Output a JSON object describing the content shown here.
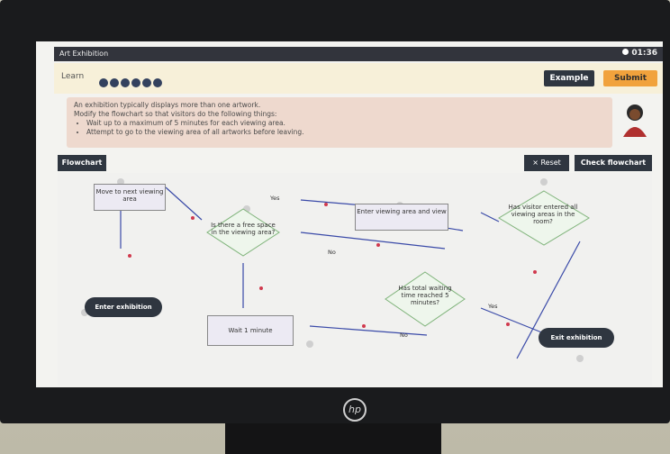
{
  "topbar": {
    "title": "Art Exhibition",
    "timer": "01:36"
  },
  "learn": {
    "label": "Learn",
    "example_label": "Example",
    "submit_label": "Submit"
  },
  "instructions": {
    "intro": "An exhibition typically displays more than one artwork.",
    "task": "Modify the flowchart so that visitors do the following things:",
    "bullets": [
      "Wait up to a maximum of 5 minutes for each viewing area.",
      "Attempt to go to the viewing area of all artworks before leaving."
    ]
  },
  "flowchart": {
    "title": "Flowchart",
    "reset_label": "× Reset",
    "check_label": "Check flowchart",
    "nodes": {
      "move_next": "Move to next viewing area",
      "free_space": "Is there a free space in the viewing area?",
      "enter_view": "Enter viewing area and view",
      "visited_all": "Has visitor entered all viewing areas in the room?",
      "waited": "Has total waiting time reached 5 minutes?",
      "enter_exhibition": "Enter exhibition",
      "wait_1": "Wait 1 minute",
      "exit_exhibition": "Exit exhibition"
    },
    "edge_labels": {
      "yes1": "Yes",
      "no1": "No",
      "yes2": "Yes",
      "no2": "No"
    }
  },
  "colors": {
    "accent": "#f1a23c",
    "dark": "#2f3640",
    "connector": "#3a4aa8",
    "dot": "#d0394d"
  }
}
